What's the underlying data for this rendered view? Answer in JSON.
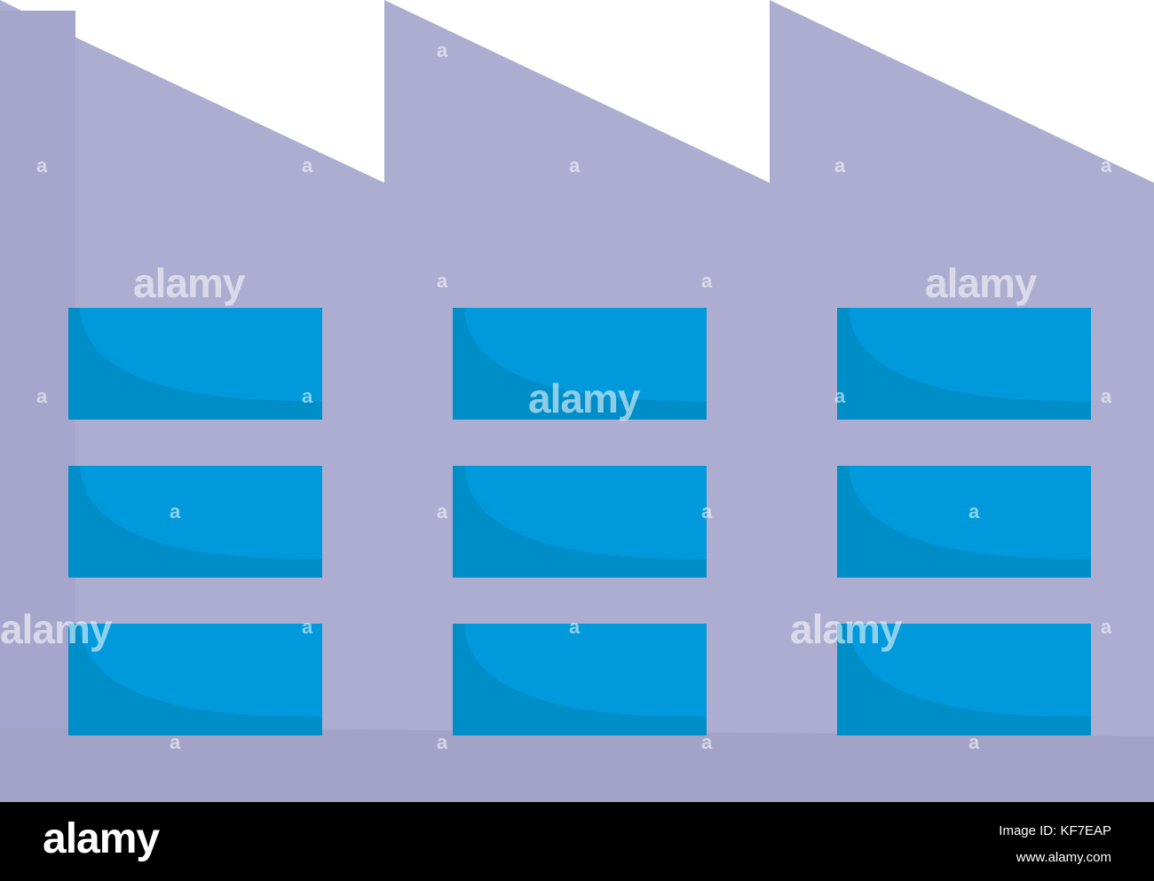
{
  "colors": {
    "building": "#ADADD1",
    "building_dark": "#A3A3C8",
    "window": "#0099DB",
    "window_shadow": "#008AC8",
    "footer": "#000000"
  },
  "watermark": {
    "big": "alamy",
    "small": "a"
  },
  "footer": {
    "logo": "alamy",
    "image_id": "Image ID: KF7EAP",
    "url": "www.alamy.com"
  }
}
